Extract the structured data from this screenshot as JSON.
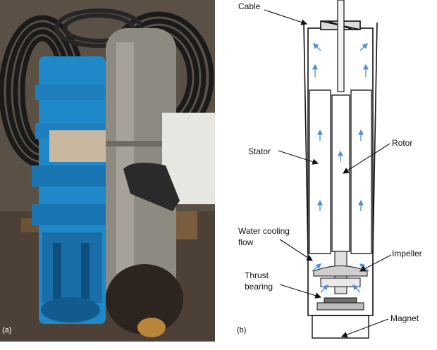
{
  "panels": {
    "photo_label": "(a)",
    "diagram_label": "(b)"
  },
  "diagram": {
    "labels": {
      "cable": "Cable",
      "stator": "Stator",
      "rotor": "Rotor",
      "water_cooling_line1": "Water cooling",
      "water_cooling_line2": "flow",
      "impeller": "Impeller",
      "thrust_line1": "Thrust",
      "thrust_line2": "bearing",
      "magnet": "Magnet"
    }
  },
  "colors": {
    "pump_blue": "#1e88c8",
    "cable_black": "#1a1a1a",
    "motor_steel": "#8d8a82",
    "flow_arrow": "#4a8fd0",
    "outline": "#111111"
  }
}
